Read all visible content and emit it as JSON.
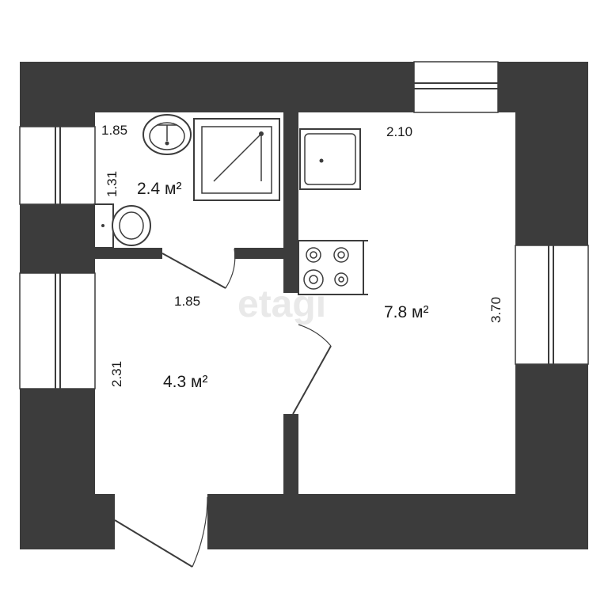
{
  "watermark": "etagi",
  "rooms": {
    "bathroom": {
      "area": "2.4 м²",
      "width_label": "1.85",
      "depth_label": "1.31"
    },
    "hall": {
      "area": "4.3 м²",
      "width_label": "1.85",
      "depth_label": "2.31"
    },
    "kitchen_room": {
      "area": "7.8 м²",
      "width_label": "2.10",
      "depth_label": "3.70"
    }
  }
}
